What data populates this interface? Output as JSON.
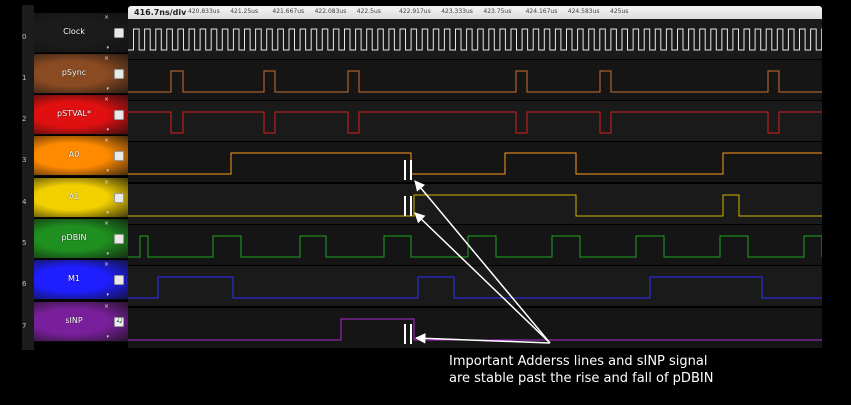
{
  "timeline": {
    "scale": "416.7ns/div",
    "ticks": [
      "420.833us",
      "421.25us",
      "421.667us",
      "422.083us",
      "422.5us",
      "422.917us",
      "423.333us",
      "423.75us",
      "424.167us",
      "424.583us",
      "425us"
    ]
  },
  "channels": [
    {
      "index": "0",
      "name": "Clock",
      "button_icon": "checkbox-icon",
      "tile_color": "#1b1b1b",
      "trace_color": "#e8e8e8"
    },
    {
      "index": "1",
      "name": "pSync",
      "button_icon": "checkbox-icon",
      "tile_color": "#8a4a22",
      "trace_color": "#c8702e"
    },
    {
      "index": "2",
      "name": "pSTVAL*",
      "button_icon": "checkbox-icon",
      "tile_color": "#e01010",
      "trace_color": "#d42020"
    },
    {
      "index": "3",
      "name": "A0",
      "button_icon": "checkbox-icon",
      "tile_color": "#ff8a00",
      "trace_color": "#ff9a1a"
    },
    {
      "index": "4",
      "name": "A1",
      "button_icon": "checkbox-icon",
      "tile_color": "#f2d000",
      "trace_color": "#d6b200"
    },
    {
      "index": "5",
      "name": "pDBIN",
      "button_icon": "checkbox-icon",
      "tile_color": "#1f8f1f",
      "trace_color": "#1fa51f"
    },
    {
      "index": "6",
      "name": "M1",
      "button_icon": "checkbox-icon",
      "tile_color": "#1e1eff",
      "trace_color": "#2d2dff"
    },
    {
      "index": "7",
      "name": "sINP",
      "button_icon": "music-note-icon",
      "tile_color": "#7a1f9c",
      "trace_color": "#b02ad0"
    }
  ],
  "annotation": {
    "line1": "Important Adderss lines and sINP signal",
    "line2": "are stable past the rise and fall of pDBIN"
  }
}
